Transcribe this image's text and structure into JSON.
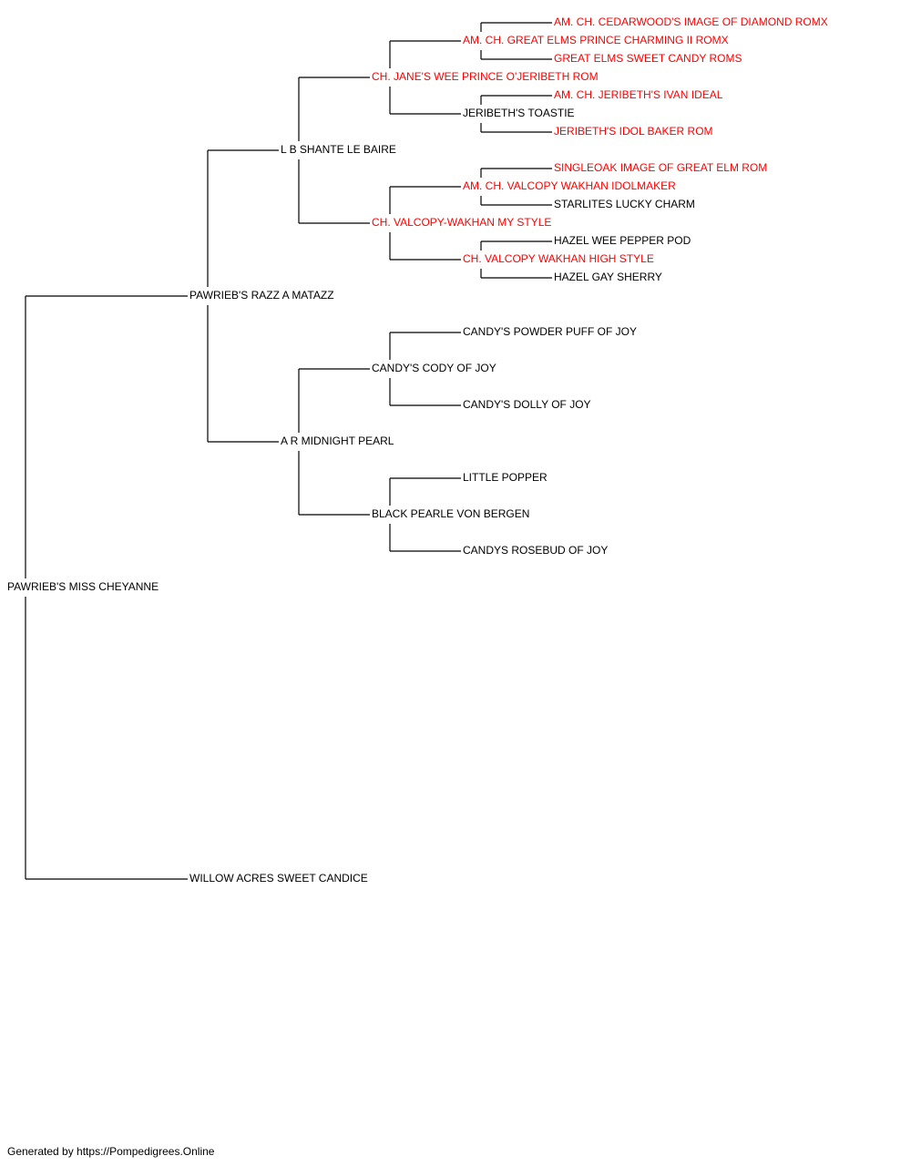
{
  "colors": {
    "champion": "#ff0000",
    "normal": "#000000",
    "line": "#000000"
  },
  "pedigree": {
    "name": "PAWRIEB'S MISS CHEYANNE",
    "red": false,
    "sire": {
      "name": "PAWRIEB'S RAZZ A MATAZZ",
      "red": false,
      "sire": {
        "name": "L B SHANTE LE BAIRE",
        "red": false,
        "sire": {
          "name": "CH. JANE'S WEE PRINCE O'JERIBETH ROM",
          "red": true,
          "sire": {
            "name": "AM. CH. GREAT ELMS PRINCE CHARMING II ROMX",
            "red": true,
            "sire": {
              "name": "AM. CH. CEDARWOOD'S IMAGE OF DIAMOND ROMX",
              "red": true
            },
            "dam": {
              "name": "GREAT ELMS SWEET CANDY ROMS",
              "red": true
            }
          },
          "dam": {
            "name": "JERIBETH'S TOASTIE",
            "red": false,
            "sire": {
              "name": "AM. CH. JERIBETH'S IVAN IDEAL",
              "red": true
            },
            "dam": {
              "name": "JERIBETH'S IDOL BAKER ROM",
              "red": true
            }
          }
        },
        "dam": {
          "name": "CH. VALCOPY-WAKHAN MY STYLE",
          "red": true,
          "sire": {
            "name": "AM. CH. VALCOPY WAKHAN IDOLMAKER",
            "red": true,
            "sire": {
              "name": "SINGLEOAK IMAGE OF GREAT ELM ROM",
              "red": true
            },
            "dam": {
              "name": "STARLITES LUCKY CHARM",
              "red": false
            }
          },
          "dam": {
            "name": "CH. VALCOPY WAKHAN HIGH STYLE",
            "red": true,
            "sire": {
              "name": "HAZEL WEE PEPPER POD",
              "red": false
            },
            "dam": {
              "name": "HAZEL GAY SHERRY",
              "red": false
            }
          }
        }
      },
      "dam": {
        "name": "A R MIDNIGHT PEARL",
        "red": false,
        "sire": {
          "name": "CANDY'S CODY OF JOY",
          "red": false,
          "sire": {
            "name": "CANDY'S POWDER PUFF OF JOY",
            "red": false
          },
          "dam": {
            "name": "CANDY'S DOLLY OF JOY",
            "red": false
          }
        },
        "dam": {
          "name": "BLACK PEARLE VON BERGEN",
          "red": false,
          "sire": {
            "name": "LITTLE POPPER",
            "red": false
          },
          "dam": {
            "name": "CANDYS ROSEBUD OF JOY",
            "red": false
          }
        }
      }
    },
    "dam": {
      "name": "WILLOW ACRES SWEET CANDICE",
      "red": false
    }
  },
  "footer": "Generated by https://Pompedigrees.Online"
}
